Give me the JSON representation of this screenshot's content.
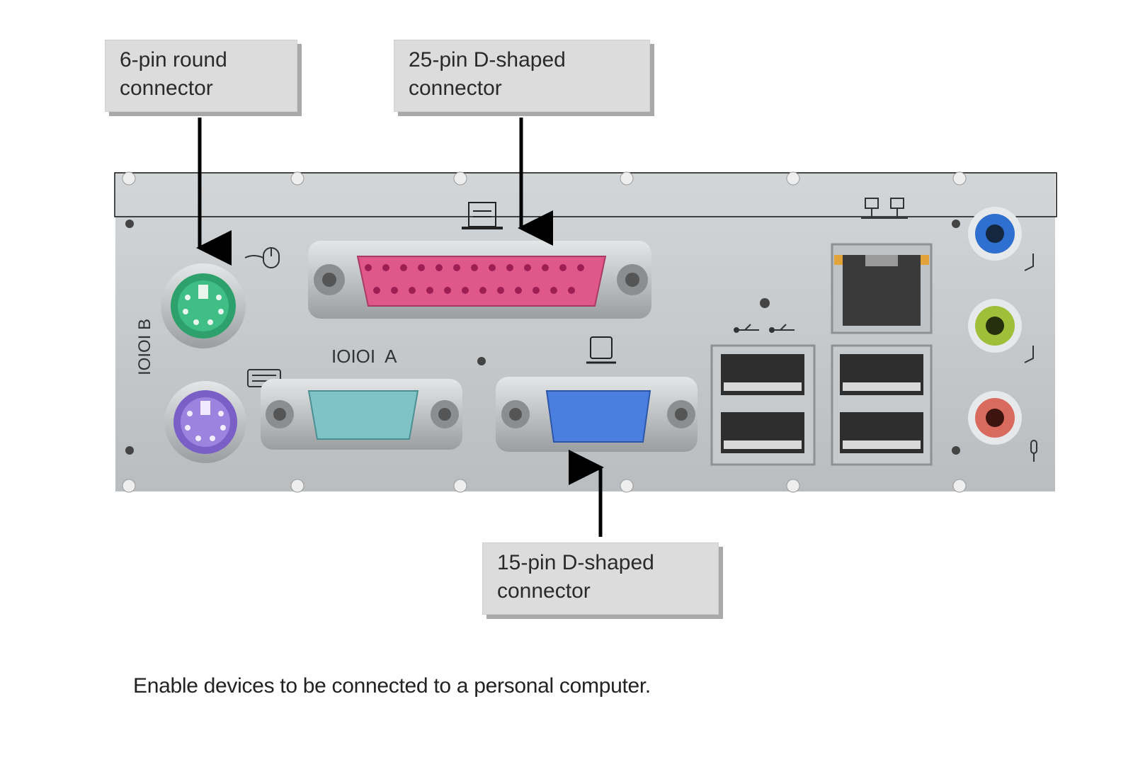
{
  "callouts": [
    {
      "line1": "6-pin round",
      "line2": "connector"
    },
    {
      "line1": "25-pin D-shaped",
      "line2": "connector"
    },
    {
      "line1": "15-pin D-shaped",
      "line2": "connector"
    }
  ],
  "caption": "Enable devices to be connected to a personal computer.",
  "panel_labels": {
    "serial": "IOIOI  A",
    "ps2_side": "IOIOI  B"
  },
  "colors": {
    "panel": "#c9cdcf",
    "parallel": "#e0578a",
    "vga": "#4a7fe0",
    "serial": "#7fc3c6",
    "ps2_mouse": "#35b07a",
    "ps2_keyboard": "#8f74d2",
    "audio_blue": "#2f6fd0",
    "audio_green": "#9fbf3a",
    "audio_pink": "#d96a5e"
  },
  "icons": [
    "mouse-icon",
    "keyboard-icon",
    "printer-icon",
    "monitor-icon",
    "usb-icon",
    "network-icon",
    "headphone-icon",
    "microphone-icon"
  ]
}
